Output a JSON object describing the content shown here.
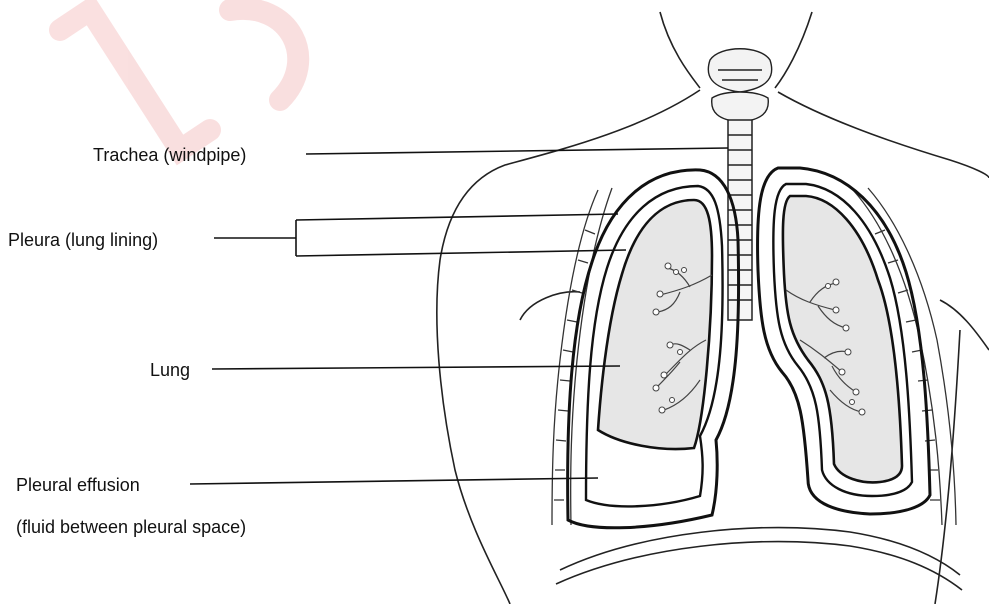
{
  "labels": {
    "trachea": "Trachea (windpipe)",
    "pleura": "Pleura (lung lining)",
    "lung": "Lung",
    "effusion": "Pleural effusion",
    "effusion_detail": "(fluid between pleural space)"
  },
  "colors": {
    "ink": "#111111",
    "lung_fill": "#e6e6e6",
    "watermark": "#d40000"
  }
}
